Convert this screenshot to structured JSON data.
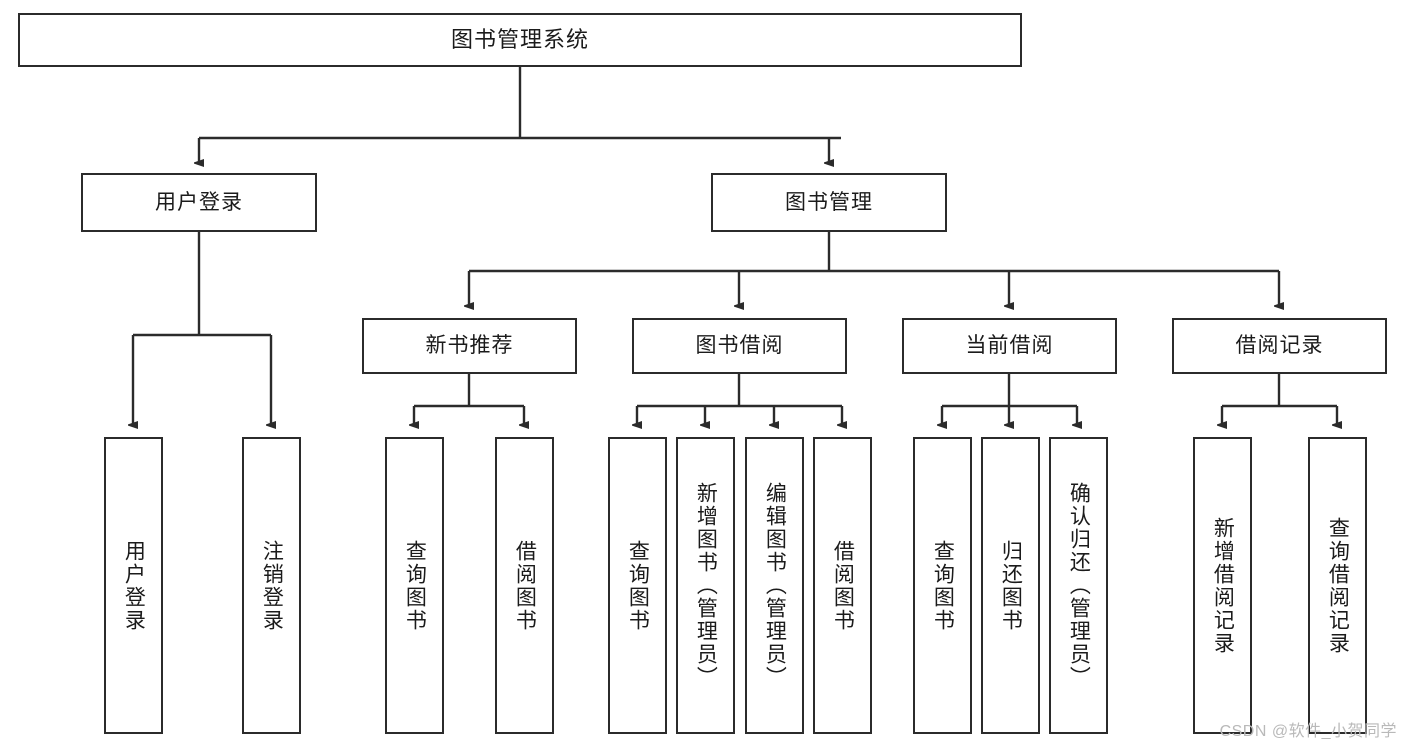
{
  "diagram": {
    "title": "图书管理系统",
    "watermark": "CSDN @软件_小贺同学",
    "line_color": "#2b2b2b",
    "box_fill": "#ffffff",
    "text_color": "#1b1b1b",
    "watermark_color": "#b9b9b9",
    "root": {
      "label": "图书管理系统"
    },
    "level2": [
      {
        "label": "用户登录"
      },
      {
        "label": "图书管理"
      }
    ],
    "level3": [
      {
        "label": "新书推荐"
      },
      {
        "label": "图书借阅"
      },
      {
        "label": "当前借阅"
      },
      {
        "label": "借阅记录"
      }
    ],
    "leaves": {
      "user_login": [
        {
          "label": "用户登录"
        },
        {
          "label": "注销登录"
        }
      ],
      "new_book_recommend": [
        {
          "label": "查询图书"
        },
        {
          "label": "借阅图书"
        }
      ],
      "book_borrow": [
        {
          "label": "查询图书"
        },
        {
          "label": "新增图书（管理员）"
        },
        {
          "label": "编辑图书（管理员）"
        },
        {
          "label": "借阅图书"
        }
      ],
      "current_borrow": [
        {
          "label": "查询图书"
        },
        {
          "label": "归还图书"
        },
        {
          "label": "确认归还（管理员）"
        }
      ],
      "borrow_record": [
        {
          "label": "新增借阅记录"
        },
        {
          "label": "查询借阅记录"
        }
      ]
    }
  }
}
